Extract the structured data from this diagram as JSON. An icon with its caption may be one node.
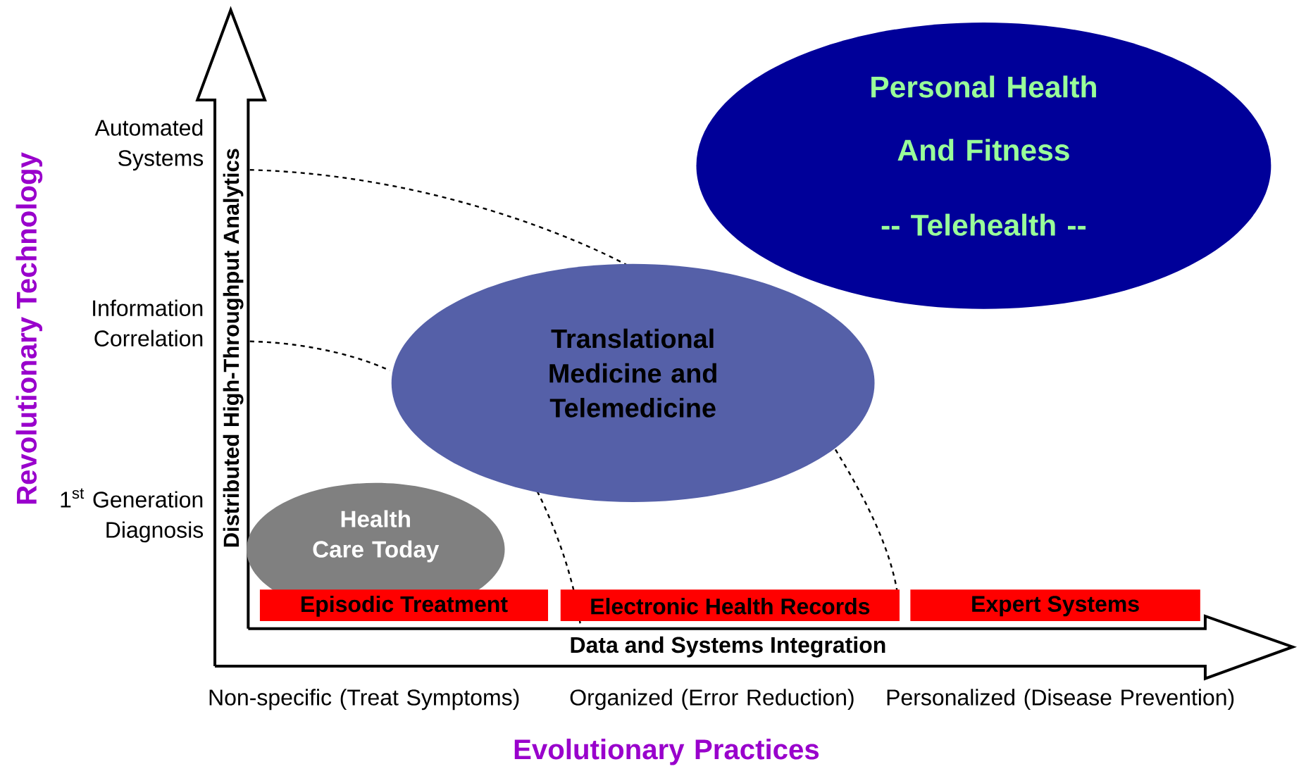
{
  "diagram": {
    "nodes": [
      {
        "text": [
          "Distributed High-Throughput Analytics"
        ]
      },
      {
        "text": [
          "Personal Health And Fitness",
          "-- Telehealth --"
        ]
      },
      {
        "text": [
          "Translational Medicine and Telemedicine"
        ]
      },
      {
        "text": [
          "Health Care Today"
        ]
      },
      {
        "text": [
          "Episodic Treatment"
        ]
      },
      {
        "text": [
          "Electronic Health Records"
        ]
      },
      {
        "text": [
          "Expert Systems"
        ]
      },
      {
        "text": [
          "Data and Systems Integration"
        ]
      }
    ],
    "edges": [],
    "labels": [
      "Revolutionary Technology",
      "Automated Systems",
      "Information Correlation",
      "1$^{st}$ Generation Diagnosis",
      "Non-specific (Treat Symptoms)",
      "Organized (Error Reduction)",
      "Personalized (Disease Prevention)",
      "Evolutionary Practices"
    ]
  }
}
